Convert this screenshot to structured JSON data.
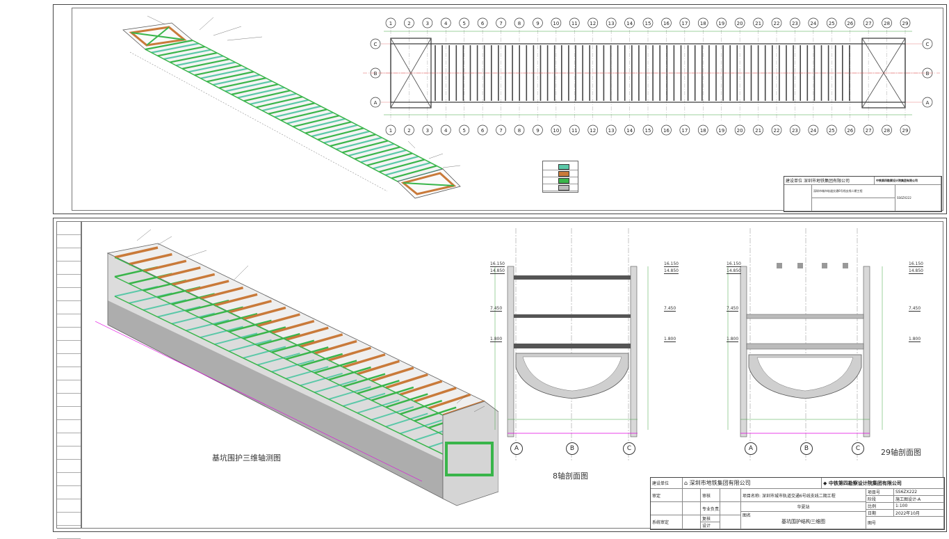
{
  "top_sheet": {
    "plan_axis_labels": [
      "1",
      "2",
      "3",
      "4",
      "5",
      "6",
      "7",
      "8",
      "9",
      "10",
      "11",
      "12",
      "13",
      "14",
      "15",
      "16",
      "17",
      "18",
      "19",
      "20",
      "21",
      "22",
      "23",
      "24",
      "25",
      "26",
      "27",
      "28",
      "29"
    ],
    "row_labels": [
      "C",
      "B",
      "A"
    ],
    "legend_rows": [
      {
        "color": "#5bc8a8"
      },
      {
        "color": "#c97a3a"
      },
      {
        "color": "#39b54a"
      },
      {
        "color": "#bbbbbb"
      }
    ]
  },
  "bottom_sheet": {
    "axo_title": "基坑围护三维轴测图",
    "section8_title": "8轴剖面图",
    "section29_title": "29轴剖面图",
    "section_axis_labels": [
      "A",
      "B",
      "C"
    ],
    "elevations": [
      "16.150",
      "14.850",
      "7.450",
      "1.800"
    ],
    "title_block": {
      "client_label": "建设单位",
      "client_name": "深圳市地铁集团有限公司",
      "designer_name": "中铁第四勘察设计院集团有限公司",
      "review_label": "审定",
      "audit_label": "审核",
      "specialist_label": "专业负责人",
      "check_label": "复核",
      "system_label": "系统审定",
      "design_label": "设计",
      "project_label": "项目名称",
      "project_name": "深圳市城市轨道交通6号线支线二期工程",
      "station": "华夏站",
      "drawing_name_label": "图名",
      "drawing_name": "基坑围护结构三维图",
      "project_no_label": "项目号",
      "project_no": "SS6ZX222",
      "stage_label": "阶段",
      "stage": "施工图设计-A",
      "scale_label": "比例",
      "scale": "1:100",
      "date_label": "日期",
      "date": "2022年10月",
      "drawing_no_label": "图号"
    }
  },
  "colors": {
    "steel_strut": "#39b54a",
    "concrete_strut": "#c97a3a",
    "teal_strut": "#5bc8a8",
    "dimension": "#3fa23f",
    "wall": "#999999",
    "magenta": "#e000e0"
  }
}
